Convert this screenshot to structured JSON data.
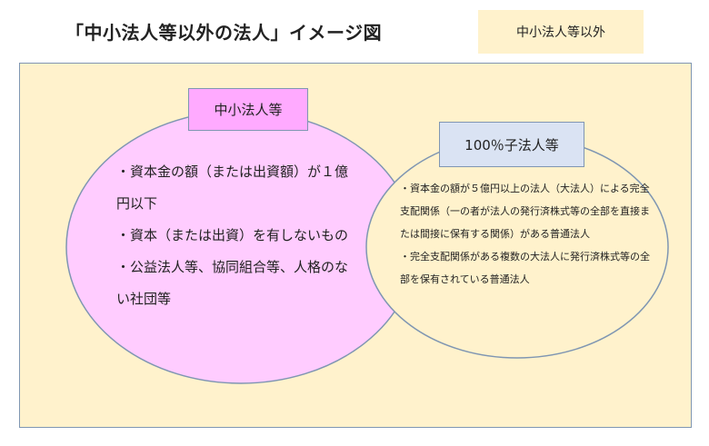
{
  "title": "「中小法人等以外の法人」イメージ図",
  "legend": {
    "label": "中小法人等以外"
  },
  "sme": {
    "label": "中小法人等",
    "items": [
      "・資本金の額（または出資額）が１億円以下",
      "・資本（または出資）を有しないもの",
      "・公益法人等、協同組合等、人格のない社団等"
    ]
  },
  "subsidiary": {
    "label": "100％子法人等",
    "items": [
      "・資本金の額が５億円以上の法人（大法人）による完全支配関係（一の者が法人の発行済株式等の全部を直接または間接に保有する関係）がある普通法人",
      "・完全支配関係がある複数の大法人に発行済株式等の全部を保有されている普通法人"
    ]
  },
  "colors": {
    "background_area": "#fff2cc",
    "sme_fill": "#ffccff",
    "sme_label_fill": "#ffaaff",
    "subsidiary_label_fill": "#dae3f3",
    "border": "#7f96b2"
  }
}
